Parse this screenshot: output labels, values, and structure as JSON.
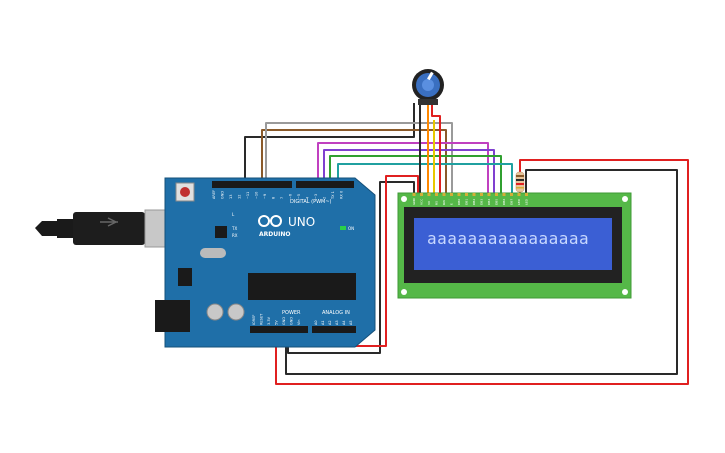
{
  "arduino": {
    "logo_text": "ARDUINO",
    "model": "UNO",
    "digital_label": "DIGITAL (PWM~)",
    "power_label": "POWER",
    "analog_label": "ANALOG IN",
    "on_label": "ON",
    "led_labels": [
      "L",
      "TX",
      "RX"
    ],
    "digital_pins": [
      "AREF",
      "GND",
      "13",
      "12",
      "~11",
      "~10",
      "~9",
      "8",
      "7",
      "~6",
      "~5",
      "4",
      "~3",
      "2",
      "TX 1",
      "RX 0"
    ],
    "power_pins": [
      "IOREF",
      "RESET",
      "3.3V",
      "5V",
      "GND",
      "GND",
      "Vin"
    ],
    "analog_pins": [
      "A0",
      "A1",
      "A2",
      "A3",
      "A4",
      "A5"
    ]
  },
  "lcd": {
    "pin_labels": [
      "GND",
      "VCC",
      "V0",
      "RS",
      "RW",
      "E",
      "DB0",
      "DB1",
      "DB2",
      "DB3",
      "DB4",
      "DB5",
      "DB6",
      "DB7",
      "LED",
      "LED"
    ],
    "display_text": "aaaaaaaaaaaaaaaa",
    "screen_color": "#3b5fd4",
    "board_color": "#55b848"
  },
  "wire_colors": {
    "red": "#e02020",
    "black": "#2a2a2a",
    "gray": "#9a9a9a",
    "brown": "#8a5a2a",
    "magenta": "#c040c0",
    "purple": "#8040d0",
    "green": "#30a030",
    "teal": "#20a0a0",
    "yellow": "#e8c800",
    "orange": "#ff8800"
  }
}
